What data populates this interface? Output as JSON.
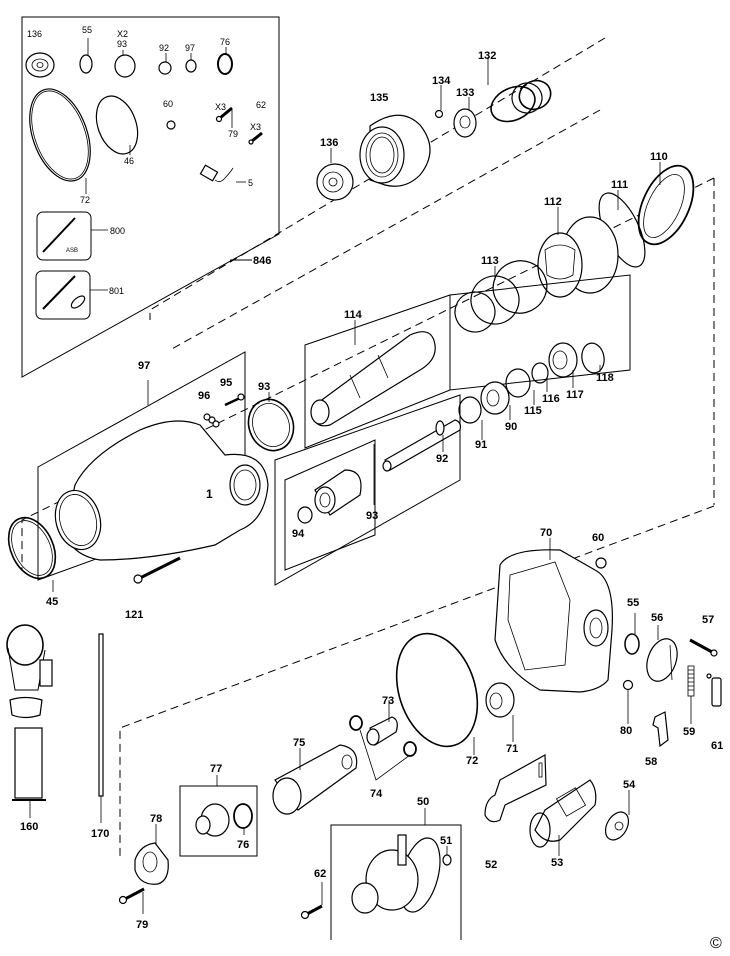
{
  "diagram": {
    "type": "exploded-parts-diagram",
    "copyright_symbol": "©",
    "kit_box": {
      "label": "846",
      "items": [
        {
          "id": "kit-136",
          "label": "136"
        },
        {
          "id": "kit-55",
          "label": "55"
        },
        {
          "id": "kit-93",
          "label": "93",
          "qty": "X2"
        },
        {
          "id": "kit-92",
          "label": "92"
        },
        {
          "id": "kit-97",
          "label": "97"
        },
        {
          "id": "kit-76",
          "label": "76"
        },
        {
          "id": "kit-72",
          "label": "72"
        },
        {
          "id": "kit-46",
          "label": "46"
        },
        {
          "id": "kit-60",
          "label": "60"
        },
        {
          "id": "kit-79",
          "label": "79",
          "qty": "X3"
        },
        {
          "id": "kit-62",
          "label": "62",
          "qty": "X3"
        },
        {
          "id": "kit-5",
          "label": "5"
        },
        {
          "id": "kit-800",
          "label": "800"
        },
        {
          "id": "kit-801",
          "label": "801"
        }
      ]
    },
    "parts": [
      {
        "id": "p132",
        "label": "132"
      },
      {
        "id": "p134",
        "label": "134"
      },
      {
        "id": "p133",
        "label": "133"
      },
      {
        "id": "p135",
        "label": "135"
      },
      {
        "id": "p136",
        "label": "136"
      },
      {
        "id": "p110",
        "label": "110"
      },
      {
        "id": "p111",
        "label": "111"
      },
      {
        "id": "p112",
        "label": "112"
      },
      {
        "id": "p113",
        "label": "113"
      },
      {
        "id": "p114",
        "label": "114"
      },
      {
        "id": "p118",
        "label": "118"
      },
      {
        "id": "p117",
        "label": "117"
      },
      {
        "id": "p116",
        "label": "116"
      },
      {
        "id": "p115",
        "label": "115"
      },
      {
        "id": "p90",
        "label": "90"
      },
      {
        "id": "p91",
        "label": "91"
      },
      {
        "id": "p92",
        "label": "92"
      },
      {
        "id": "p93a",
        "label": "93"
      },
      {
        "id": "p94",
        "label": "94"
      },
      {
        "id": "p93b",
        "label": "93"
      },
      {
        "id": "p95",
        "label": "95"
      },
      {
        "id": "p96",
        "label": "96"
      },
      {
        "id": "p97",
        "label": "97"
      },
      {
        "id": "p45",
        "label": "45"
      },
      {
        "id": "p121",
        "label": "121"
      },
      {
        "id": "p70",
        "label": "70"
      },
      {
        "id": "p60",
        "label": "60"
      },
      {
        "id": "p55",
        "label": "55"
      },
      {
        "id": "p56",
        "label": "56"
      },
      {
        "id": "p57",
        "label": "57"
      },
      {
        "id": "p80",
        "label": "80"
      },
      {
        "id": "p59",
        "label": "59"
      },
      {
        "id": "p61",
        "label": "61"
      },
      {
        "id": "p58",
        "label": "58"
      },
      {
        "id": "p71",
        "label": "71"
      },
      {
        "id": "p72",
        "label": "72"
      },
      {
        "id": "p73",
        "label": "73"
      },
      {
        "id": "p74",
        "label": "74"
      },
      {
        "id": "p75",
        "label": "75"
      },
      {
        "id": "p77",
        "label": "77"
      },
      {
        "id": "p76",
        "label": "76"
      },
      {
        "id": "p78",
        "label": "78"
      },
      {
        "id": "p79",
        "label": "79"
      },
      {
        "id": "p160",
        "label": "160"
      },
      {
        "id": "p170",
        "label": "170"
      },
      {
        "id": "p50",
        "label": "50"
      },
      {
        "id": "p51",
        "label": "51"
      },
      {
        "id": "p52",
        "label": "52"
      },
      {
        "id": "p53",
        "label": "53"
      },
      {
        "id": "p54",
        "label": "54"
      },
      {
        "id": "p62",
        "label": "62"
      }
    ]
  }
}
